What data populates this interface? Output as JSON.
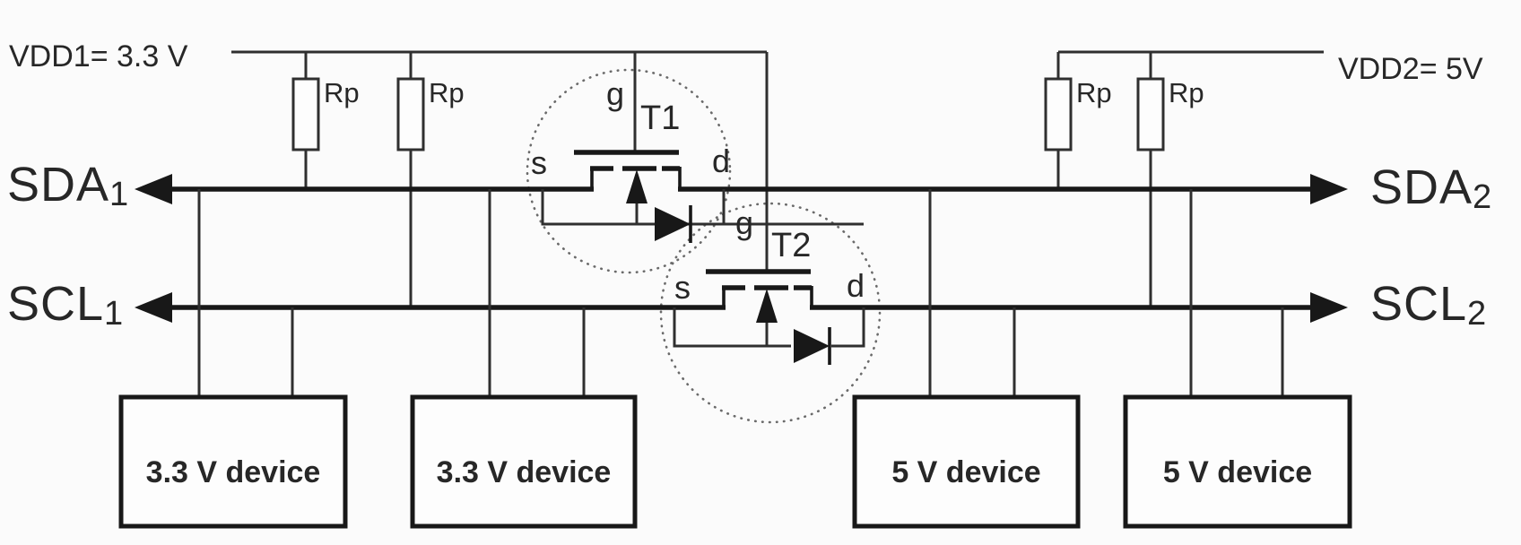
{
  "diagram": {
    "type": "circuit-schematic",
    "subject": "I2C bidirectional level shifter between 3.3 V and 5 V buses",
    "power_rails": {
      "vdd1": {
        "label": "VDD1= 3.3 V"
      },
      "vdd2": {
        "label": "VDD2= 5V"
      }
    },
    "buses": {
      "sda1": {
        "name": "SDA",
        "sub": "1"
      },
      "scl1": {
        "name": "SCL",
        "sub": "1"
      },
      "sda2": {
        "name": "SDA",
        "sub": "2"
      },
      "scl2": {
        "name": "SCL",
        "sub": "2"
      }
    },
    "resistors": {
      "labels": [
        "Rp",
        "Rp",
        "Rp",
        "Rp"
      ]
    },
    "transistors": [
      {
        "name": "T1",
        "gate_label": "g",
        "source_label": "s",
        "drain_label": "d"
      },
      {
        "name": "T2",
        "gate_label": "g",
        "source_label": "s",
        "drain_label": "d"
      }
    ],
    "devices": [
      {
        "label": "3.3 V device"
      },
      {
        "label": "3.3 V device"
      },
      {
        "label": "5 V device"
      },
      {
        "label": "5 V device"
      }
    ],
    "colors": {
      "line": "#181818",
      "rail": "#2f2f2f",
      "text": "#272727",
      "bg": "#fbfbfb",
      "dots": "#6a6a6a"
    }
  }
}
